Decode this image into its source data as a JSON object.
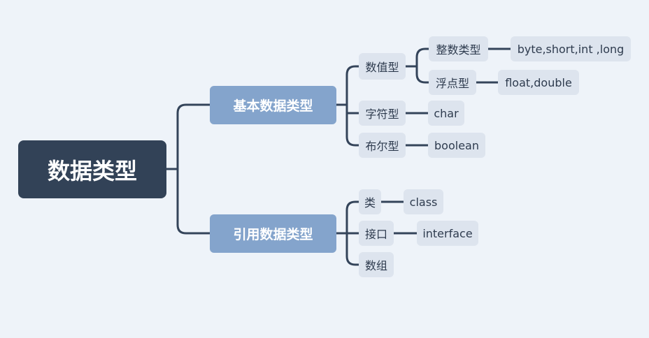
{
  "diagram": {
    "root": {
      "label": "数据类型"
    },
    "branches": [
      {
        "label": "基本数据类型",
        "children": [
          {
            "label": "数值型",
            "children": [
              {
                "label": "整数类型",
                "leaf": "byte,short,int ,long"
              },
              {
                "label": "浮点型",
                "leaf": "float,double"
              }
            ]
          },
          {
            "label": "字符型",
            "leaf": "char"
          },
          {
            "label": "布尔型",
            "leaf": "boolean"
          }
        ]
      },
      {
        "label": "引用数据类型",
        "children": [
          {
            "label": "类",
            "leaf": "class"
          },
          {
            "label": "接口",
            "leaf": "interface"
          },
          {
            "label": "数组"
          }
        ]
      }
    ]
  }
}
